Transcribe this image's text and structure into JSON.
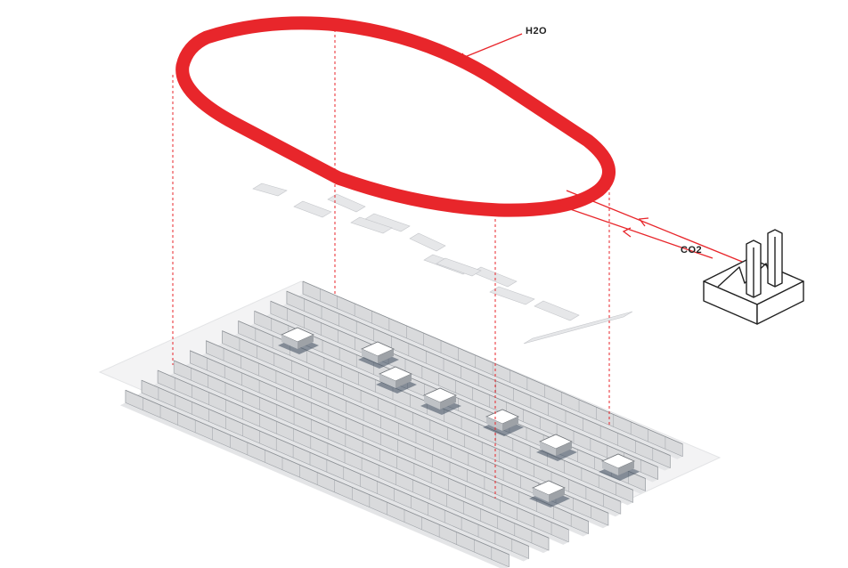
{
  "labels": {
    "water": "H2O",
    "carbon": "CO2"
  },
  "colors": {
    "accent": "#e8262b",
    "ink": "#222222",
    "wall": "#d9dadc",
    "wall_dark": "#9fa3a8",
    "shadow": "#3c4a5c",
    "base": "#f2f2f3"
  },
  "icons": {
    "factory": "factory-icon",
    "loop": "water-loop-track"
  }
}
